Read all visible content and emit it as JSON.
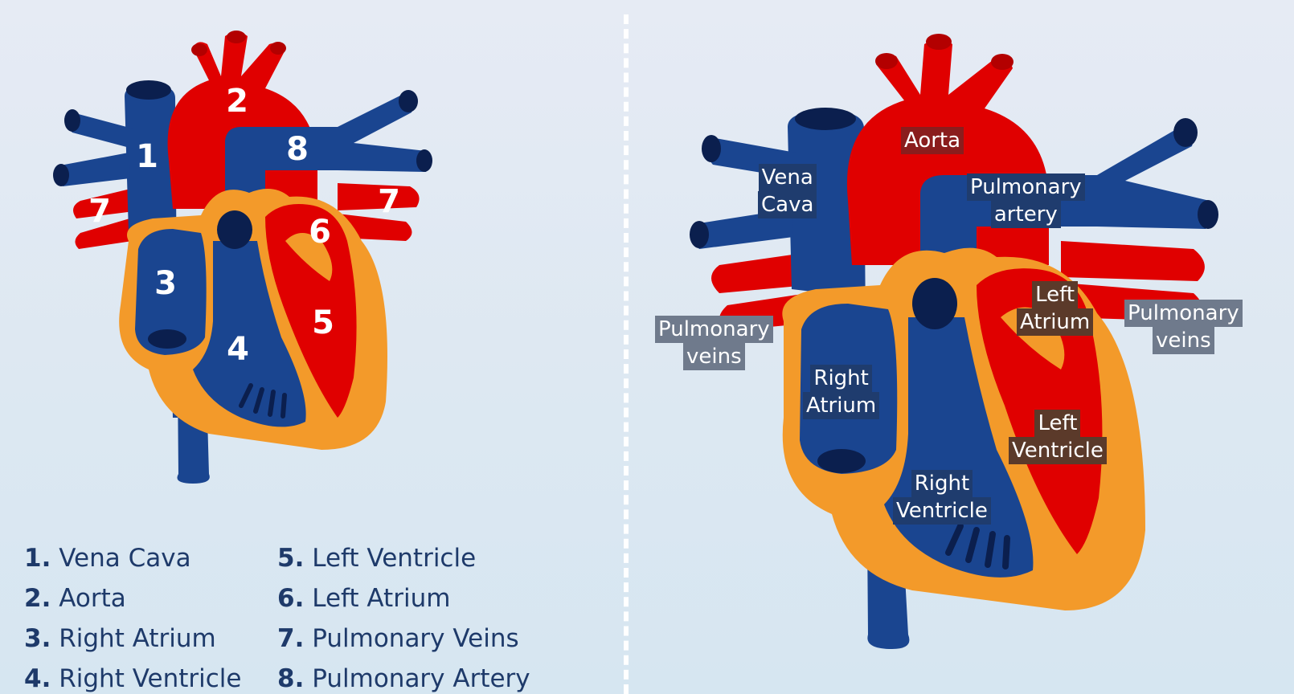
{
  "colors": {
    "blue": "#1a4590",
    "dark_blue": "#0b1f4e",
    "red": "#e00000",
    "dark_red": "#b30000",
    "orange": "#f39a2a",
    "text": "#1e3a6a"
  },
  "left": {
    "numbers": [
      "1",
      "2",
      "3",
      "4",
      "5",
      "6",
      "7",
      "7",
      "8"
    ],
    "legend": [
      {
        "num": "1.",
        "label": "Vena Cava"
      },
      {
        "num": "5.",
        "label": "Left Ventricle"
      },
      {
        "num": "2.",
        "label": "Aorta"
      },
      {
        "num": "6.",
        "label": "Left Atrium"
      },
      {
        "num": "3.",
        "label": "Right Atrium"
      },
      {
        "num": "7.",
        "label": "Pulmonary Veins"
      },
      {
        "num": "4.",
        "label": "Right Ventricle"
      },
      {
        "num": "8.",
        "label": "Pulmonary Artery"
      }
    ]
  },
  "right": {
    "labels": {
      "aorta": [
        "Aorta"
      ],
      "vena_cava": [
        "Vena",
        "Cava"
      ],
      "pulmonary_artery": [
        "Pulmonary",
        "artery"
      ],
      "pulmonary_veins_left": [
        "Pulmonary",
        "veins"
      ],
      "pulmonary_veins_right": [
        "Pulmonary",
        "veins"
      ],
      "left_atrium": [
        "Left",
        "Atrium"
      ],
      "right_atrium": [
        "Right",
        "Atrium"
      ],
      "left_ventricle": [
        "Left",
        "Ventricle"
      ],
      "right_ventricle": [
        "Right",
        "Ventricle"
      ]
    }
  }
}
